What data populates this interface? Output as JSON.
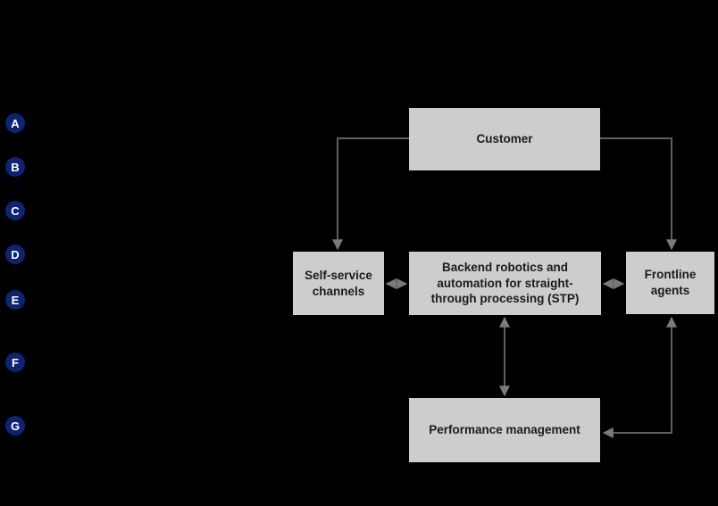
{
  "canvas": {
    "background": "#000000"
  },
  "colors": {
    "canvas_bg": "#000000",
    "badge_fill": "#0d2472",
    "badge_text": "#ffffff",
    "box_fill": "#cdcdcd",
    "box_text": "#1b1b1b",
    "connector": "#5f5f5f",
    "arrowhead": "#7a7a7a"
  },
  "legend_badges": [
    {
      "letter": "A"
    },
    {
      "letter": "B"
    },
    {
      "letter": "C"
    },
    {
      "letter": "D"
    },
    {
      "letter": "E"
    },
    {
      "letter": "F"
    },
    {
      "letter": "G"
    }
  ],
  "diagram": {
    "boxes": {
      "customer": {
        "label": "Customer"
      },
      "self_service": {
        "label": "Self-service channels"
      },
      "backend": {
        "label": "Backend robotics and automation for straight-through processing (STP)"
      },
      "frontline": {
        "label": "Frontline agents"
      },
      "performance": {
        "label": "Performance management"
      }
    },
    "connections": [
      {
        "from": "customer",
        "to": "self_service",
        "type": "one-way"
      },
      {
        "from": "customer",
        "to": "frontline",
        "type": "one-way"
      },
      {
        "from": "self_service",
        "to": "backend",
        "type": "two-way"
      },
      {
        "from": "backend",
        "to": "frontline",
        "type": "two-way"
      },
      {
        "from": "backend",
        "to": "performance",
        "type": "two-way"
      },
      {
        "from": "performance",
        "to": "frontline",
        "type": "two-way"
      }
    ]
  }
}
